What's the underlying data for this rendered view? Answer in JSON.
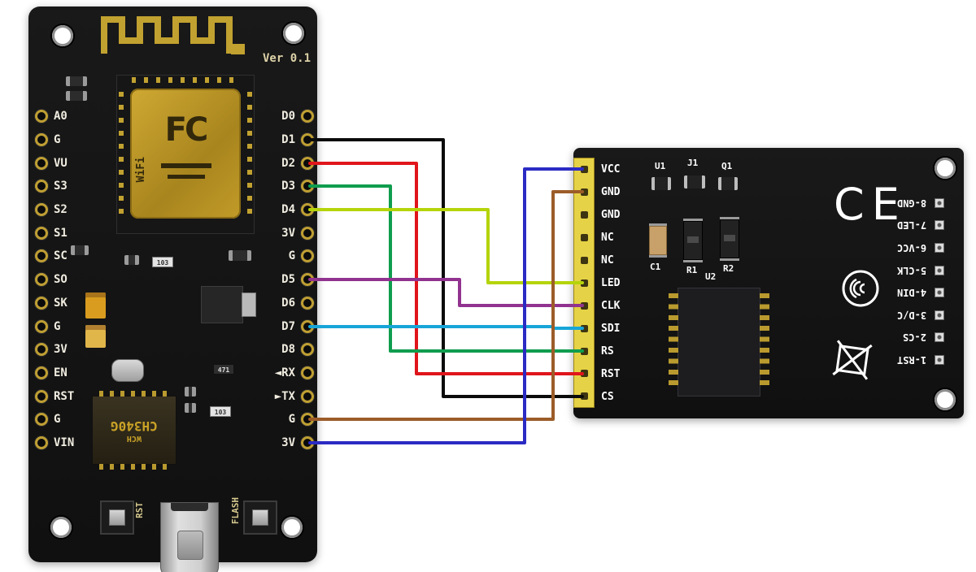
{
  "diagram": {
    "description": "NodeMCU ESP8266 development board wired to an SPI TFT display module"
  },
  "nodemcu": {
    "version_label": "Ver 0.1",
    "esp_shield_logo": "FC",
    "esp_wifi_label": "WiFi",
    "left_pins": [
      "A0",
      "G",
      "VU",
      "S3",
      "S2",
      "S1",
      "SC",
      "SO",
      "SK",
      "G",
      "3V",
      "EN",
      "RST",
      "G",
      "VIN"
    ],
    "right_pins": [
      "D0",
      "D1",
      "D2",
      "D3",
      "D4",
      "3V",
      "G",
      "D5",
      "D6",
      "D7",
      "D8",
      "◄RX",
      "►TX",
      "G",
      "3V"
    ],
    "reset_button_label": "RST",
    "flash_button_label": "FLASH",
    "usb_chip_maker": "WCH",
    "usb_chip_part": "CH340G",
    "smd_markings": {
      "m103a": "103",
      "m471": "471",
      "m103b": "103"
    }
  },
  "display": {
    "left_pins": [
      "VCC",
      "GND",
      "GND",
      "NC",
      "NC",
      "LED",
      "CLK",
      "SDI",
      "RS",
      "RST",
      "CS"
    ],
    "right_pins": [
      "8-GND",
      "7-LED",
      "6-VCC",
      "5-CLK",
      "4-DIN",
      "3-D/C",
      "2-CS",
      "1-RST"
    ],
    "silkscreen": {
      "u1": "U1",
      "j1": "J1",
      "q1": "Q1",
      "c1": "C1",
      "r1": "R1",
      "r2": "R2",
      "u2": "U2"
    },
    "ce_mark": "CE"
  },
  "connections": [
    {
      "from": "D1",
      "to": "CS",
      "color": "#0b0b0b"
    },
    {
      "from": "D2",
      "to": "RST",
      "color": "#e0151b"
    },
    {
      "from": "D3",
      "to": "RS",
      "color": "#0f9d4e"
    },
    {
      "from": "D4",
      "to": "LED",
      "color": "#b5d40a"
    },
    {
      "from": "D5",
      "to": "CLK",
      "color": "#91338f"
    },
    {
      "from": "D7",
      "to": "SDI",
      "color": "#17a5d8"
    },
    {
      "from": "G",
      "to": "GND",
      "color": "#9c5c28"
    },
    {
      "from": "3V",
      "to": "VCC",
      "color": "#2b2bc4"
    }
  ]
}
